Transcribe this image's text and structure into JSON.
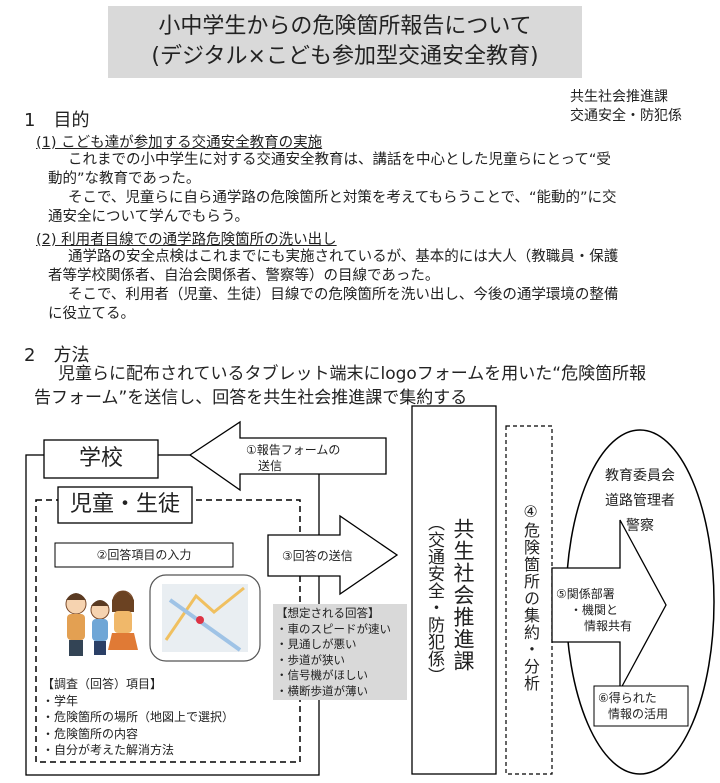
{
  "title": {
    "line1": "小中学生からの危険箇所報告について",
    "line2": "(デジタル×こども参加型交通安全教育)"
  },
  "dept": {
    "line1": "共生社会推進課",
    "line2": "交通安全・防犯係"
  },
  "section1": {
    "heading": "1　目的",
    "item1_title": "(1) こども達が参加する交通安全教育の実施",
    "item1_p1a": "これまでの小中学生に対する交通安全教育は、講話を中心とした児童らにとって“受",
    "item1_p1b": "動的”な教育であった。",
    "item1_p2a": "そこで、児童らに自ら通学路の危険箇所と対策を考えてもらうことで、“能動的”に交",
    "item1_p2b": "通安全について学んでもらう。",
    "item2_title": "(2) 利用者目線での通学路危険箇所の洗い出し",
    "item2_p1a": "通学路の安全点検はこれまでにも実施されているが、基本的には大人（教職員・保護",
    "item2_p1b": "者等学校関係者、自治会関係者、警察等）の目線であった。",
    "item2_p2a": "そこで、利用者（児童、生徒）目線での危険箇所を洗い出し、今後の通学環境の整備",
    "item2_p2b": "に役立てる。"
  },
  "section2": {
    "heading": "2　方法",
    "line1": "児童らに配布されているタブレット端末にlogoフォームを用いた“危険箇所報",
    "line2": "告フォーム”を送信し、回答を共生社会推進課で集約する"
  },
  "diagram": {
    "school": "学校",
    "students": "児童・生徒",
    "step1": "①報告フォームの\n　送信",
    "step2": "②回答項目の入力",
    "step3": "③回答の送信",
    "expected_title": "【想定される回答】",
    "expected": [
      "・車のスピードが速い",
      "・見通しが悪い",
      "・歩道が狭い",
      "・信号機がほしい",
      "・横断歩道が薄い"
    ],
    "survey_title": "【調査（回答）項目】",
    "survey": [
      "・学年",
      "・危険箇所の場所（地図上で選択）",
      "・危険箇所の内容",
      "・自分が考えた解消方法"
    ],
    "dept_main": "共生社会推進課",
    "dept_sub": "（交通安全・防犯係）",
    "step4": "④危険箇所の集約・分析",
    "partners": [
      "教育委員会",
      "道路管理者",
      "警察"
    ],
    "step5_a": "⑤関係部署",
    "step5_b": "・機関と",
    "step5_c": "情報共有",
    "step6_a": "⑥得られた",
    "step6_b": "情報の活用"
  }
}
